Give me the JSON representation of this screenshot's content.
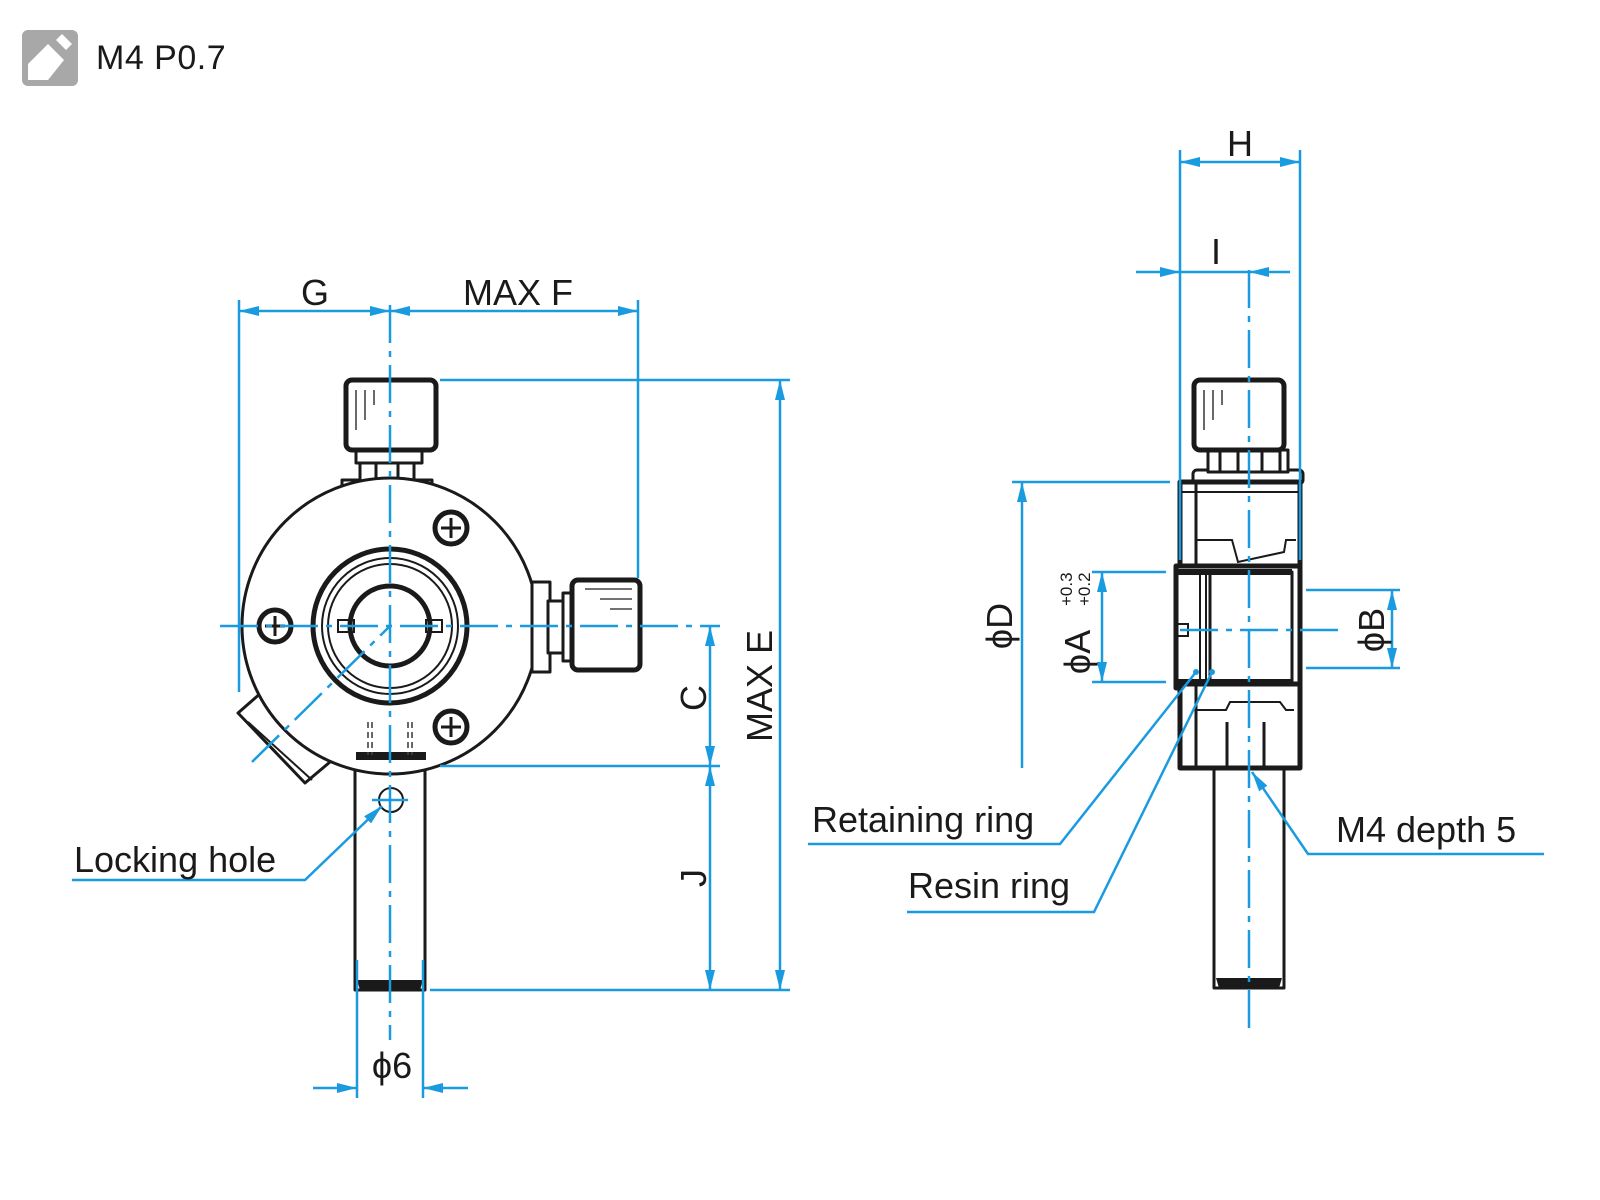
{
  "header": {
    "icon": "thread-tap-icon",
    "title": "M4 P0.7"
  },
  "colors": {
    "dimension": "#1a9be0",
    "outline": "#1a1a1a",
    "icon_bg": "#a8a8a8"
  },
  "front_view": {
    "dimensions": {
      "G": "G",
      "F": "MAX F",
      "E": "MAX E",
      "C": "C",
      "J": "J",
      "post_diameter": "ϕ6"
    },
    "callouts": {
      "locking_hole": "Locking hole"
    }
  },
  "side_view": {
    "dimensions": {
      "H": "H",
      "I": "I",
      "D": "ϕD",
      "A": "ϕA",
      "A_tol_upper": "+0.3",
      "A_tol_lower": "+0.2",
      "B": "ϕB"
    },
    "callouts": {
      "retaining_ring": "Retaining ring",
      "resin_ring": "Resin ring",
      "tapped_hole": "M4 depth 5"
    }
  }
}
